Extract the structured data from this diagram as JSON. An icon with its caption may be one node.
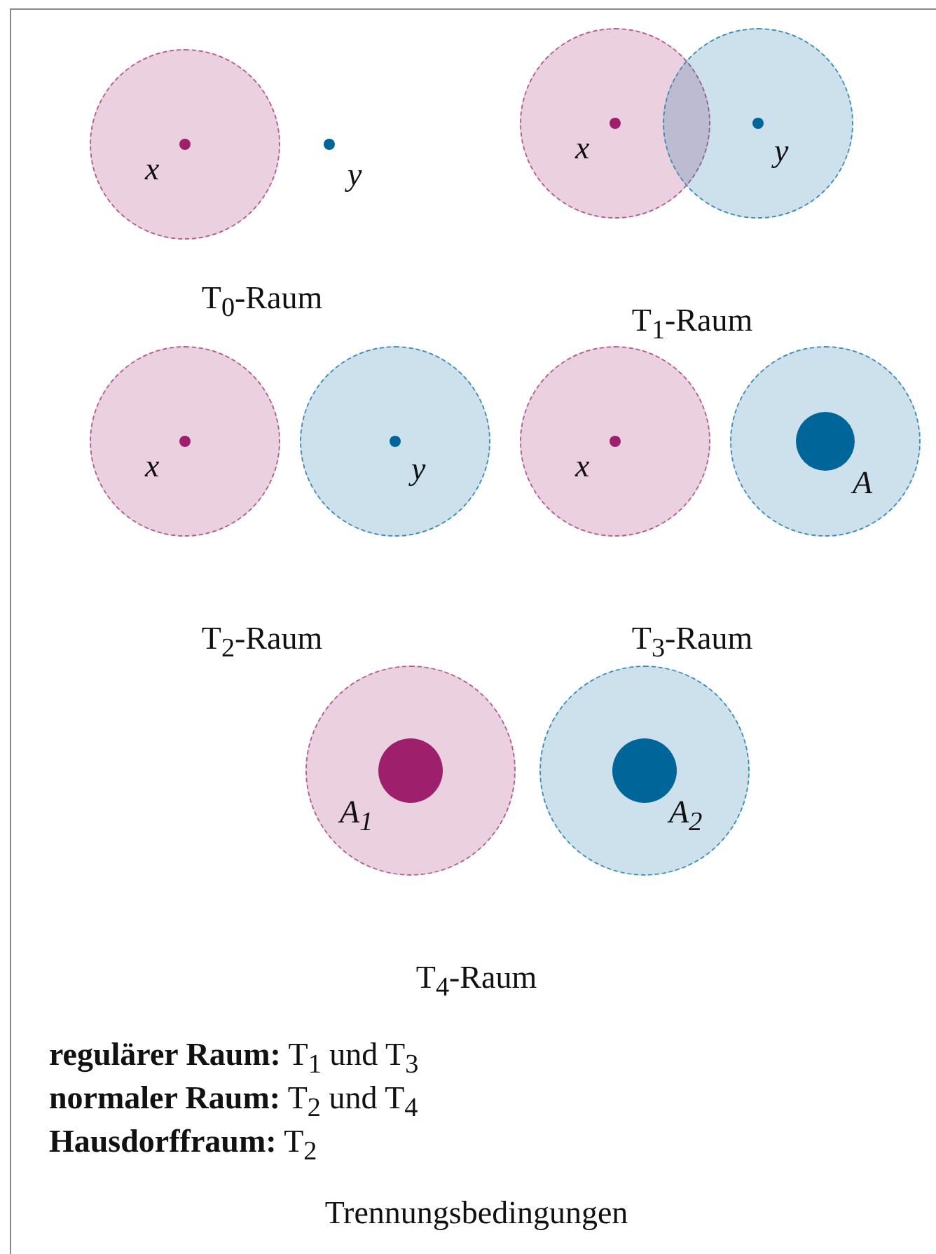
{
  "diagram": {
    "caption": "Trennungsbedingungen",
    "nodes": [
      {
        "text": [
          "x"
        ]
      },
      {
        "text": [
          "x"
        ]
      },
      {
        "text": [
          "y"
        ]
      },
      {
        "text": [
          "x"
        ]
      },
      {
        "text": [
          "y"
        ]
      },
      {
        "text": [
          "x"
        ]
      },
      {
        "text": [
          "A"
        ]
      },
      {
        "text": [
          "A$_{1}$"
        ]
      },
      {
        "text": [
          "A$_{2}$"
        ]
      }
    ],
    "labels": [
      "y",
      "T$_{0}$-Raum",
      "T$_{1}$-Raum",
      "T$_{2}$-Raum",
      "T$_{3}$-Raum",
      "T$_{4}$-Raum",
      "**regulärer Raum:** T$_{1}$ und T$_{3}$",
      "**normaler Raum:** T$_{2}$ und T$_{4}$",
      "**Hausdorffraum:** T$_{2}$"
    ]
  }
}
